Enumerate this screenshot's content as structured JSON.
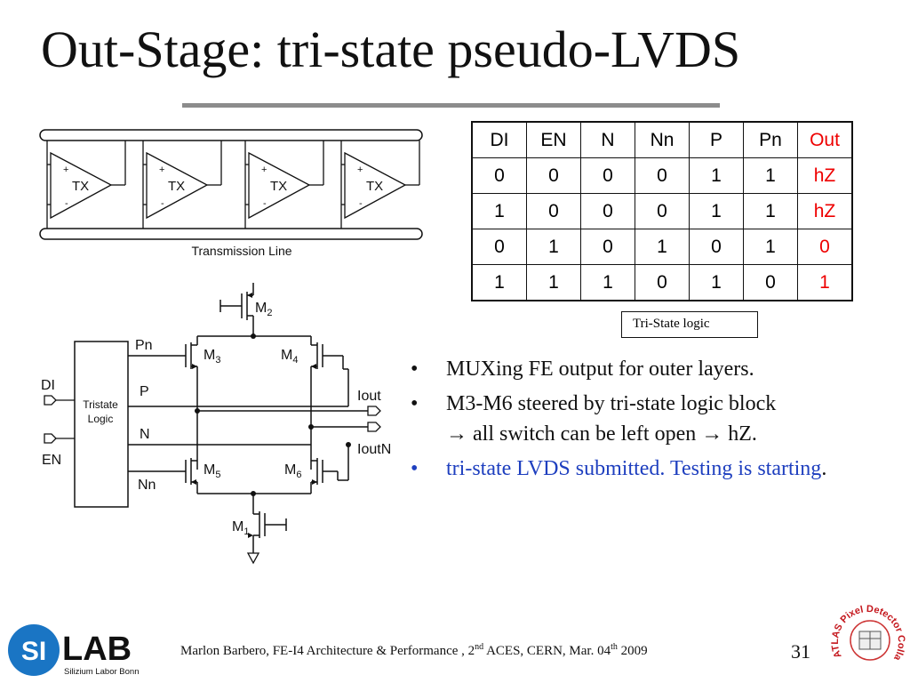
{
  "slide": {
    "title": "Out-Stage: tri-state pseudo-LVDS",
    "page_number": "31"
  },
  "diagram": {
    "tx_label": "TX",
    "plus": "+",
    "minus": "-",
    "transmission_line": "Transmission Line",
    "tristate_block": [
      "Tristate",
      "Logic"
    ],
    "pins": {
      "di": "DI",
      "en": "EN"
    },
    "signals": {
      "pn": "Pn",
      "p": "P",
      "n": "N",
      "nn": "Nn"
    },
    "outputs": {
      "iout": "Iout",
      "ioutn": "IoutN"
    },
    "transistors": {
      "m1": {
        "base": "M",
        "sub": "1"
      },
      "m2": {
        "base": "M",
        "sub": "2"
      },
      "m3": {
        "base": "M",
        "sub": "3"
      },
      "m4": {
        "base": "M",
        "sub": "4"
      },
      "m5": {
        "base": "M",
        "sub": "5"
      },
      "m6": {
        "base": "M",
        "sub": "6"
      }
    }
  },
  "truth_table": {
    "headers": [
      "DI",
      "EN",
      "N",
      "Nn",
      "P",
      "Pn",
      "Out"
    ],
    "rows": [
      [
        "0",
        "0",
        "0",
        "0",
        "1",
        "1",
        "hZ"
      ],
      [
        "1",
        "0",
        "0",
        "0",
        "1",
        "1",
        "hZ"
      ],
      [
        "0",
        "1",
        "0",
        "1",
        "0",
        "1",
        "0"
      ],
      [
        "1",
        "1",
        "1",
        "0",
        "1",
        "0",
        "1"
      ]
    ],
    "caption": "Tri-State logic",
    "highlight_color": "#ee0000"
  },
  "bullets": {
    "b1": "MUXing FE output for outer layers.",
    "b2_line1": "M3-M6 steered by tri-state logic block",
    "b2_line2": "all switch can be left open",
    "b2_line3": "hZ.",
    "b3_blue": "tri-state LVDS submitted. Testing is starting",
    "b3_end": ".",
    "bullet_char": "•",
    "arrow_char": "→",
    "blue_color": "#1e3fbf"
  },
  "footer": {
    "author": "Marlon Barbero, FE-I4 Architecture & Performance , 2",
    "sup1": "nd",
    "mid": " ACES, CERN, Mar. 04",
    "sup2": "th",
    "year": " 2009",
    "logo_si": "SI",
    "logo_lab": "LAB",
    "logo_sub": "Silizium Labor Bonn",
    "seal_text": "ATLAS Pixel Detector Collaboration",
    "logo_color": "#1a75c4"
  }
}
